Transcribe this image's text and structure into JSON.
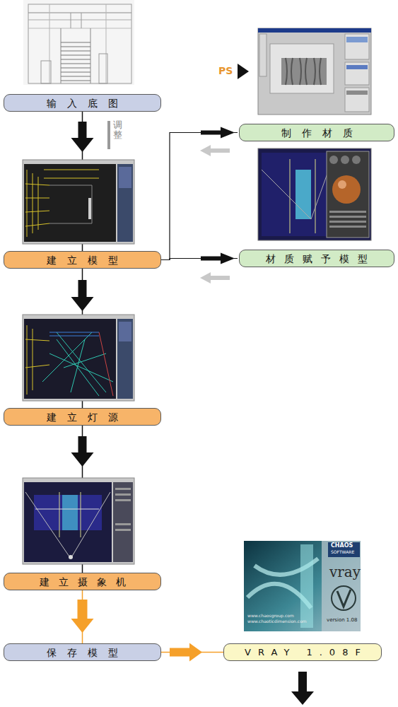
{
  "diagram": {
    "nodes": [
      {
        "text": [
          "输入底图"
        ]
      },
      {
        "text": [
          "建立模型"
        ]
      },
      {
        "text": [
          "建立灯源"
        ]
      },
      {
        "text": [
          "建立摄象机"
        ]
      },
      {
        "text": [
          "保存模型"
        ]
      },
      {
        "text": [
          "制作材质"
        ]
      },
      {
        "text": [
          "材质赋予模型"
        ]
      },
      {
        "text": [
          "VRAY 1.08F"
        ]
      }
    ],
    "edges": [
      {
        "from": 0,
        "to": 1,
        "arrow": "to"
      },
      {
        "from": 1,
        "to": 5,
        "arrow": "to"
      },
      {
        "from": 1,
        "to": 6,
        "arrow": "to"
      },
      {
        "from": 1,
        "to": 2,
        "arrow": "to"
      },
      {
        "from": 2,
        "to": 3,
        "arrow": "to"
      },
      {
        "from": 3,
        "to": 4,
        "arrow": "to"
      },
      {
        "from": 4,
        "to": 7,
        "arrow": "to"
      }
    ],
    "labels": [
      "调整",
      "PS",
      "CHAOS",
      "SOFTWARE",
      "vray",
      "www.chaosgroup.com",
      "www.chaoticdimension.com",
      "version 1.08"
    ]
  }
}
